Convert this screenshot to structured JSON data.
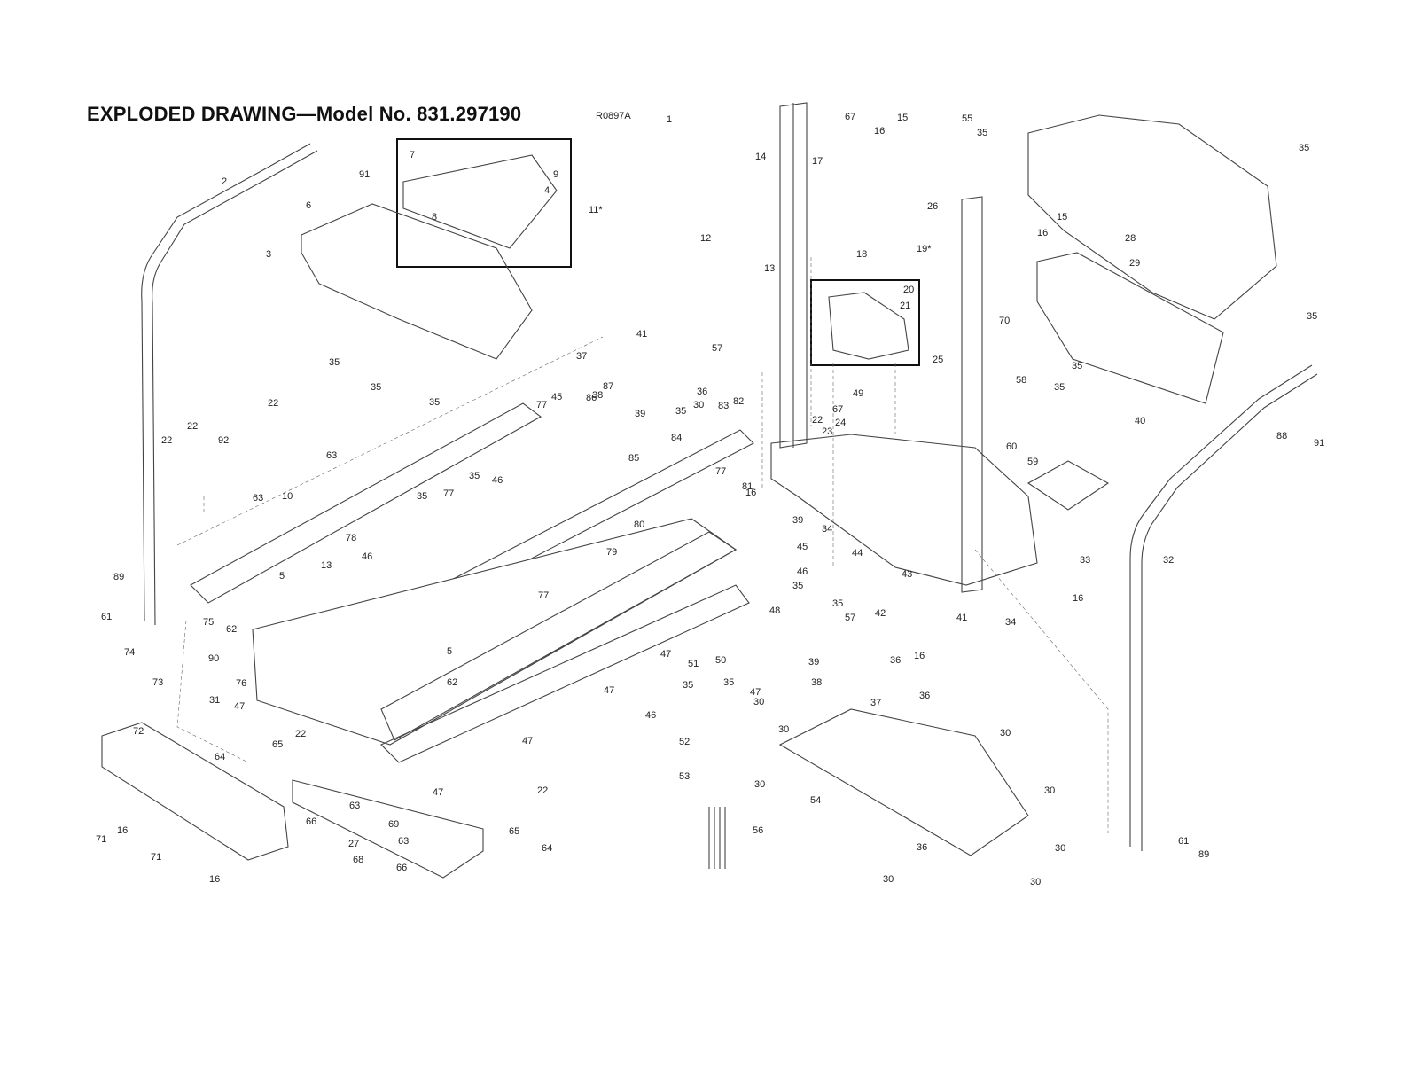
{
  "title": "EXPLODED DRAWING—Model No. 831.297190",
  "drawing_code": "R0897A",
  "colors": {
    "line": "#444444",
    "text": "#222222",
    "background": "#ffffff"
  },
  "part_labels": [
    "1",
    "2",
    "3",
    "4",
    "5",
    "5",
    "6",
    "7",
    "8",
    "9",
    "10",
    "11*",
    "12",
    "13",
    "13",
    "14",
    "15",
    "15",
    "16",
    "16",
    "16",
    "16",
    "16",
    "16",
    "16",
    "17",
    "18",
    "19*",
    "20",
    "21",
    "22",
    "22",
    "22",
    "22",
    "22",
    "22",
    "23",
    "24",
    "25",
    "26",
    "27",
    "28",
    "29",
    "30",
    "30",
    "30",
    "30",
    "30",
    "30",
    "30",
    "30",
    "30",
    "31",
    "32",
    "33",
    "34",
    "34",
    "35",
    "35",
    "35",
    "35",
    "35",
    "35",
    "35",
    "35",
    "35",
    "35",
    "35",
    "35",
    "35",
    "35",
    "35",
    "36",
    "36",
    "36",
    "36",
    "37",
    "37",
    "38",
    "38",
    "39",
    "39",
    "39",
    "40",
    "41",
    "41",
    "42",
    "43",
    "44",
    "45",
    "45",
    "46",
    "46",
    "46",
    "46",
    "47",
    "47",
    "47",
    "47",
    "47",
    "47",
    "48",
    "49",
    "50",
    "51",
    "52",
    "53",
    "54",
    "55",
    "56",
    "57",
    "57",
    "58",
    "59",
    "60",
    "61",
    "61",
    "62",
    "62",
    "63",
    "63",
    "63",
    "63",
    "64",
    "64",
    "65",
    "65",
    "66",
    "66",
    "67",
    "67",
    "68",
    "69",
    "70",
    "71",
    "71",
    "72",
    "73",
    "74",
    "75",
    "76",
    "77",
    "77",
    "77",
    "77",
    "78",
    "79",
    "80",
    "81",
    "82",
    "83",
    "84",
    "85",
    "86",
    "87",
    "88",
    "89",
    "89",
    "90",
    "91",
    "91",
    "92"
  ]
}
